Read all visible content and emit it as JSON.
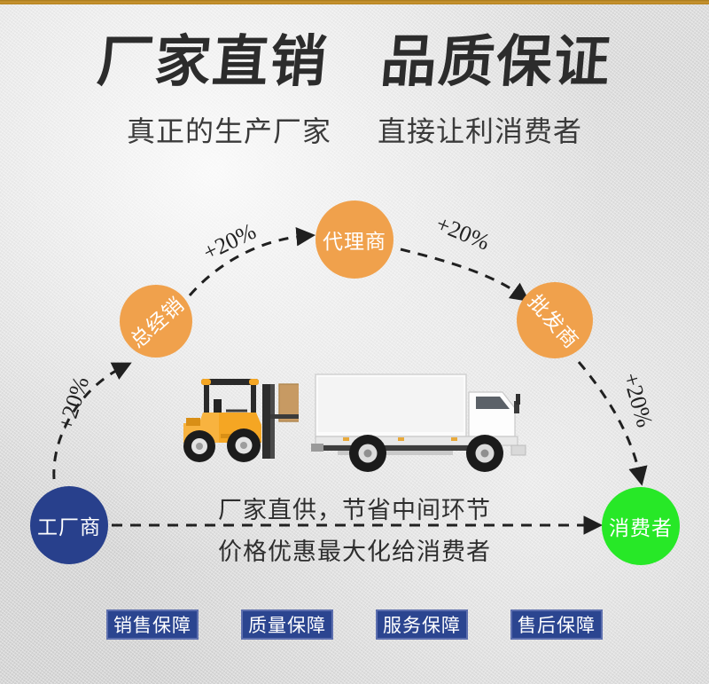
{
  "page": {
    "background_color": "#dcdcdc",
    "top_rule_color": "#b5831f"
  },
  "headline": {
    "left": "厂家直销",
    "right": "品质保证"
  },
  "subline": {
    "left": "真正的生产厂家",
    "right": "直接让利消费者"
  },
  "diagram": {
    "type": "distribution-chain-flow",
    "nodes": [
      {
        "id": "factory",
        "label": "工厂商",
        "color": "#28408c"
      },
      {
        "id": "distributor",
        "label": "总经销",
        "color": "#f0a14c"
      },
      {
        "id": "agent",
        "label": "代理商",
        "color": "#f0a14c"
      },
      {
        "id": "wholesaler",
        "label": "批发商",
        "color": "#f0a14c"
      },
      {
        "id": "consumer",
        "label": "消费者",
        "color": "#27e827"
      }
    ],
    "markups": [
      {
        "id": "factory-to-distributor",
        "label": "+20%"
      },
      {
        "id": "distributor-to-agent",
        "label": "+20%"
      },
      {
        "id": "agent-to-wholesaler",
        "label": "+20%"
      },
      {
        "id": "wholesaler-to-consumer",
        "label": "+20%"
      }
    ],
    "direct_line": {
      "line1": "厂家直供，节省中间环节",
      "line2": "价格优惠最大化给消费者"
    },
    "vehicles": [
      {
        "id": "forklift",
        "icon": "forklift-icon",
        "color": "#f5a623"
      },
      {
        "id": "truck",
        "icon": "box-truck-icon",
        "color": "#ffffff"
      }
    ]
  },
  "badges": [
    {
      "label": "销售保障"
    },
    {
      "label": "质量保障"
    },
    {
      "label": "服务保障"
    },
    {
      "label": "售后保障"
    }
  ]
}
